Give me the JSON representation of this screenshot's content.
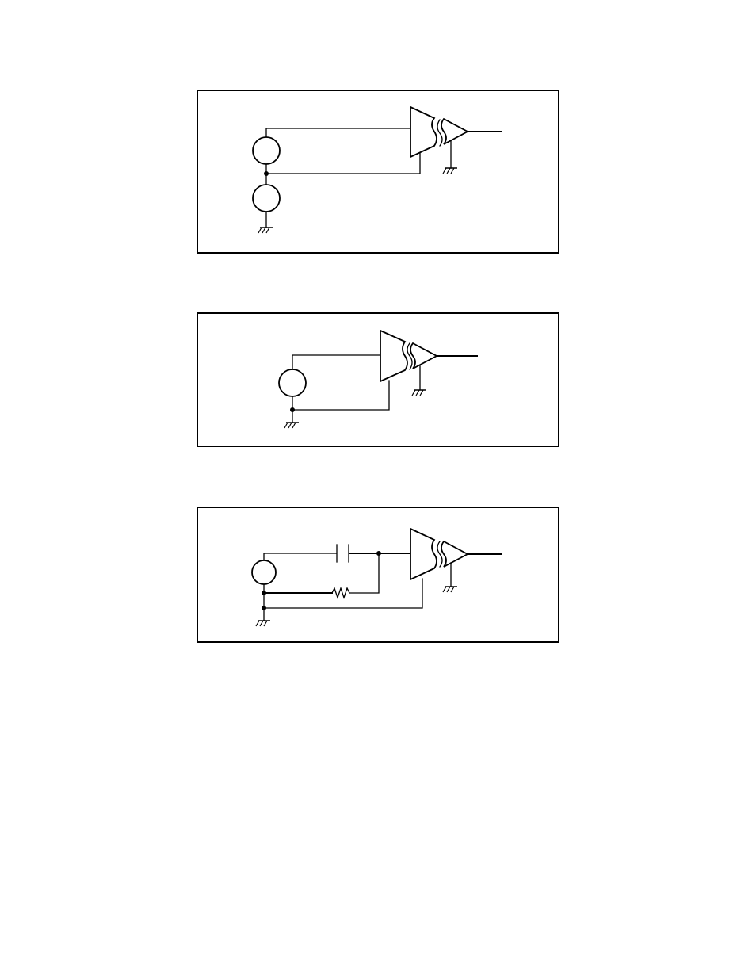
{
  "page": {
    "background": "#ffffff",
    "ink": "#000000"
  },
  "diagrams": [
    {
      "id": "diagram-1",
      "label": ""
    },
    {
      "id": "diagram-2",
      "label": ""
    },
    {
      "id": "diagram-3",
      "label": ""
    }
  ]
}
